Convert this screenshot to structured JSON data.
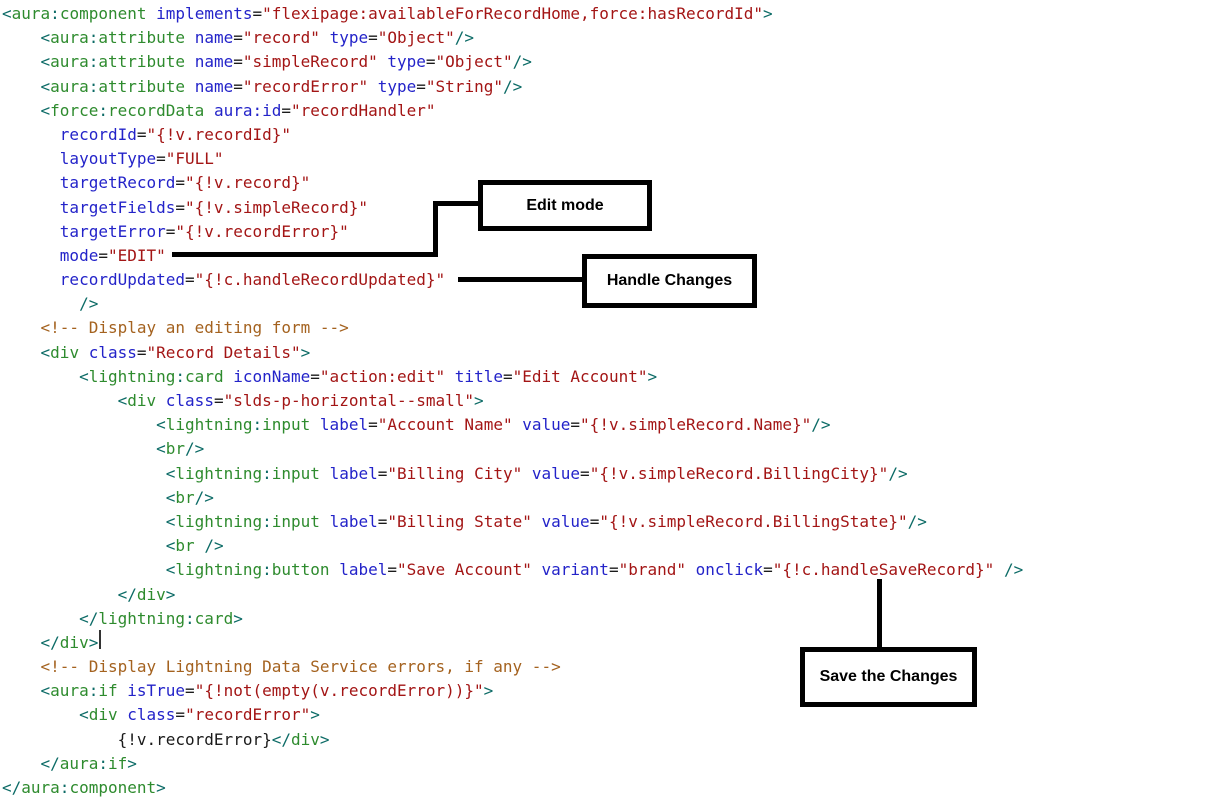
{
  "annotations": {
    "edit_mode": "Edit mode",
    "handle_changes": "Handle Changes",
    "save_changes": "Save the Changes"
  },
  "colors": {
    "background": "#ffffff",
    "tag_name": "#2e8b2e",
    "tag_punctuation": "#0c6b66",
    "attribute_name": "#2323c9",
    "string_value": "#a31515",
    "comment": "#a4621f",
    "plain_text": "#1a1a1a",
    "annotation_border": "#000000"
  },
  "code": {
    "lines": [
      [
        [
          "p",
          "<"
        ],
        [
          "t",
          "aura"
        ],
        [
          "p",
          ":"
        ],
        [
          "t",
          "component"
        ],
        [
          "x",
          " "
        ],
        [
          "a",
          "implements"
        ],
        [
          "e",
          "="
        ],
        [
          "s",
          "\"flexipage:availableForRecordHome,force:hasRecordId\""
        ],
        [
          "p",
          ">"
        ]
      ],
      [
        [
          "x",
          "    "
        ],
        [
          "p",
          "<"
        ],
        [
          "t",
          "aura"
        ],
        [
          "p",
          ":"
        ],
        [
          "t",
          "attribute"
        ],
        [
          "x",
          " "
        ],
        [
          "a",
          "name"
        ],
        [
          "e",
          "="
        ],
        [
          "s",
          "\"record\""
        ],
        [
          "x",
          " "
        ],
        [
          "a",
          "type"
        ],
        [
          "e",
          "="
        ],
        [
          "s",
          "\"Object\""
        ],
        [
          "p",
          "/>"
        ]
      ],
      [
        [
          "x",
          "    "
        ],
        [
          "p",
          "<"
        ],
        [
          "t",
          "aura"
        ],
        [
          "p",
          ":"
        ],
        [
          "t",
          "attribute"
        ],
        [
          "x",
          " "
        ],
        [
          "a",
          "name"
        ],
        [
          "e",
          "="
        ],
        [
          "s",
          "\"simpleRecord\""
        ],
        [
          "x",
          " "
        ],
        [
          "a",
          "type"
        ],
        [
          "e",
          "="
        ],
        [
          "s",
          "\"Object\""
        ],
        [
          "p",
          "/>"
        ]
      ],
      [
        [
          "x",
          "    "
        ],
        [
          "p",
          "<"
        ],
        [
          "t",
          "aura"
        ],
        [
          "p",
          ":"
        ],
        [
          "t",
          "attribute"
        ],
        [
          "x",
          " "
        ],
        [
          "a",
          "name"
        ],
        [
          "e",
          "="
        ],
        [
          "s",
          "\"recordError\""
        ],
        [
          "x",
          " "
        ],
        [
          "a",
          "type"
        ],
        [
          "e",
          "="
        ],
        [
          "s",
          "\"String\""
        ],
        [
          "p",
          "/>"
        ]
      ],
      [
        [
          "x",
          "    "
        ],
        [
          "p",
          "<"
        ],
        [
          "t",
          "force"
        ],
        [
          "p",
          ":"
        ],
        [
          "t",
          "recordData"
        ],
        [
          "x",
          " "
        ],
        [
          "a",
          "aura:id"
        ],
        [
          "e",
          "="
        ],
        [
          "s",
          "\"recordHandler\""
        ]
      ],
      [
        [
          "x",
          "      "
        ],
        [
          "a",
          "recordId"
        ],
        [
          "e",
          "="
        ],
        [
          "s",
          "\"{!v.recordId}\""
        ]
      ],
      [
        [
          "x",
          "      "
        ],
        [
          "a",
          "layoutType"
        ],
        [
          "e",
          "="
        ],
        [
          "s",
          "\"FULL\""
        ]
      ],
      [
        [
          "x",
          "      "
        ],
        [
          "a",
          "targetRecord"
        ],
        [
          "e",
          "="
        ],
        [
          "s",
          "\"{!v.record}\""
        ]
      ],
      [
        [
          "x",
          "      "
        ],
        [
          "a",
          "targetFields"
        ],
        [
          "e",
          "="
        ],
        [
          "s",
          "\"{!v.simpleRecord}\""
        ]
      ],
      [
        [
          "x",
          "      "
        ],
        [
          "a",
          "targetError"
        ],
        [
          "e",
          "="
        ],
        [
          "s",
          "\"{!v.recordError}\""
        ]
      ],
      [
        [
          "x",
          "      "
        ],
        [
          "a",
          "mode"
        ],
        [
          "e",
          "="
        ],
        [
          "s",
          "\"EDIT\""
        ]
      ],
      [
        [
          "x",
          "      "
        ],
        [
          "a",
          "recordUpdated"
        ],
        [
          "e",
          "="
        ],
        [
          "s",
          "\"{!c.handleRecordUpdated}\""
        ]
      ],
      [
        [
          "x",
          "        "
        ],
        [
          "p",
          "/>"
        ]
      ],
      [
        [
          "x",
          "    "
        ],
        [
          "c",
          "<!-- Display an editing form -->"
        ]
      ],
      [
        [
          "x",
          "    "
        ],
        [
          "p",
          "<"
        ],
        [
          "t",
          "div"
        ],
        [
          "x",
          " "
        ],
        [
          "a",
          "class"
        ],
        [
          "e",
          "="
        ],
        [
          "s",
          "\"Record Details\""
        ],
        [
          "p",
          ">"
        ]
      ],
      [
        [
          "x",
          "        "
        ],
        [
          "p",
          "<"
        ],
        [
          "t",
          "lightning"
        ],
        [
          "p",
          ":"
        ],
        [
          "t",
          "card"
        ],
        [
          "x",
          " "
        ],
        [
          "a",
          "iconName"
        ],
        [
          "e",
          "="
        ],
        [
          "s",
          "\"action:edit\""
        ],
        [
          "x",
          " "
        ],
        [
          "a",
          "title"
        ],
        [
          "e",
          "="
        ],
        [
          "s",
          "\"Edit Account\""
        ],
        [
          "p",
          ">"
        ]
      ],
      [
        [
          "x",
          "            "
        ],
        [
          "p",
          "<"
        ],
        [
          "t",
          "div"
        ],
        [
          "x",
          " "
        ],
        [
          "a",
          "class"
        ],
        [
          "e",
          "="
        ],
        [
          "s",
          "\"slds-p-horizontal--small\""
        ],
        [
          "p",
          ">"
        ]
      ],
      [
        [
          "x",
          "                "
        ],
        [
          "p",
          "<"
        ],
        [
          "t",
          "lightning"
        ],
        [
          "p",
          ":"
        ],
        [
          "t",
          "input"
        ],
        [
          "x",
          " "
        ],
        [
          "a",
          "label"
        ],
        [
          "e",
          "="
        ],
        [
          "s",
          "\"Account Name\""
        ],
        [
          "x",
          " "
        ],
        [
          "a",
          "value"
        ],
        [
          "e",
          "="
        ],
        [
          "s",
          "\"{!v.simpleRecord.Name}\""
        ],
        [
          "p",
          "/>"
        ]
      ],
      [
        [
          "x",
          "                "
        ],
        [
          "p",
          "<"
        ],
        [
          "t",
          "br"
        ],
        [
          "p",
          "/>"
        ]
      ],
      [
        [
          "x",
          "                 "
        ],
        [
          "p",
          "<"
        ],
        [
          "t",
          "lightning"
        ],
        [
          "p",
          ":"
        ],
        [
          "t",
          "input"
        ],
        [
          "x",
          " "
        ],
        [
          "a",
          "label"
        ],
        [
          "e",
          "="
        ],
        [
          "s",
          "\"Billing City\""
        ],
        [
          "x",
          " "
        ],
        [
          "a",
          "value"
        ],
        [
          "e",
          "="
        ],
        [
          "s",
          "\"{!v.simpleRecord.BillingCity}\""
        ],
        [
          "p",
          "/>"
        ]
      ],
      [
        [
          "x",
          "                 "
        ],
        [
          "p",
          "<"
        ],
        [
          "t",
          "br"
        ],
        [
          "p",
          "/>"
        ]
      ],
      [
        [
          "x",
          "                 "
        ],
        [
          "p",
          "<"
        ],
        [
          "t",
          "lightning"
        ],
        [
          "p",
          ":"
        ],
        [
          "t",
          "input"
        ],
        [
          "x",
          " "
        ],
        [
          "a",
          "label"
        ],
        [
          "e",
          "="
        ],
        [
          "s",
          "\"Billing State\""
        ],
        [
          "x",
          " "
        ],
        [
          "a",
          "value"
        ],
        [
          "e",
          "="
        ],
        [
          "s",
          "\"{!v.simpleRecord.BillingState}\""
        ],
        [
          "p",
          "/>"
        ]
      ],
      [
        [
          "x",
          "                 "
        ],
        [
          "p",
          "<"
        ],
        [
          "t",
          "br"
        ],
        [
          "x",
          " "
        ],
        [
          "p",
          "/>"
        ]
      ],
      [
        [
          "x",
          "                 "
        ],
        [
          "p",
          "<"
        ],
        [
          "t",
          "lightning"
        ],
        [
          "p",
          ":"
        ],
        [
          "t",
          "button"
        ],
        [
          "x",
          " "
        ],
        [
          "a",
          "label"
        ],
        [
          "e",
          "="
        ],
        [
          "s",
          "\"Save Account\""
        ],
        [
          "x",
          " "
        ],
        [
          "a",
          "variant"
        ],
        [
          "e",
          "="
        ],
        [
          "s",
          "\"brand\""
        ],
        [
          "x",
          " "
        ],
        [
          "a",
          "onclick"
        ],
        [
          "e",
          "="
        ],
        [
          "s",
          "\"{!c.handleSaveRecord}\""
        ],
        [
          "x",
          " "
        ],
        [
          "p",
          "/>"
        ]
      ],
      [
        [
          "x",
          "            "
        ],
        [
          "p",
          "</"
        ],
        [
          "t",
          "div"
        ],
        [
          "p",
          ">"
        ]
      ],
      [
        [
          "x",
          "        "
        ],
        [
          "p",
          "</"
        ],
        [
          "t",
          "lightning"
        ],
        [
          "p",
          ":"
        ],
        [
          "t",
          "card"
        ],
        [
          "p",
          ">"
        ]
      ],
      [
        [
          "x",
          "    "
        ],
        [
          "p",
          "</"
        ],
        [
          "t",
          "div"
        ],
        [
          "p",
          ">"
        ]
      ],
      [
        [
          "x",
          "    "
        ],
        [
          "c",
          "<!-- Display Lightning Data Service errors, if any -->"
        ]
      ],
      [
        [
          "x",
          "    "
        ],
        [
          "p",
          "<"
        ],
        [
          "t",
          "aura"
        ],
        [
          "p",
          ":"
        ],
        [
          "t",
          "if"
        ],
        [
          "x",
          " "
        ],
        [
          "a",
          "isTrue"
        ],
        [
          "e",
          "="
        ],
        [
          "s",
          "\"{!not(empty(v.recordError))}\""
        ],
        [
          "p",
          ">"
        ]
      ],
      [
        [
          "x",
          "        "
        ],
        [
          "p",
          "<"
        ],
        [
          "t",
          "div"
        ],
        [
          "x",
          " "
        ],
        [
          "a",
          "class"
        ],
        [
          "e",
          "="
        ],
        [
          "s",
          "\"recordError\""
        ],
        [
          "p",
          ">"
        ]
      ],
      [
        [
          "x",
          "            "
        ],
        [
          "x",
          "{!v.recordError}"
        ],
        [
          "p",
          "</"
        ],
        [
          "t",
          "div"
        ],
        [
          "p",
          ">"
        ]
      ],
      [
        [
          "x",
          "    "
        ],
        [
          "p",
          "</"
        ],
        [
          "t",
          "aura"
        ],
        [
          "p",
          ":"
        ],
        [
          "t",
          "if"
        ],
        [
          "p",
          ">"
        ]
      ],
      [
        [
          "p",
          "</"
        ],
        [
          "t",
          "aura"
        ],
        [
          "p",
          ":"
        ],
        [
          "t",
          "component"
        ],
        [
          "p",
          ">"
        ]
      ]
    ]
  }
}
